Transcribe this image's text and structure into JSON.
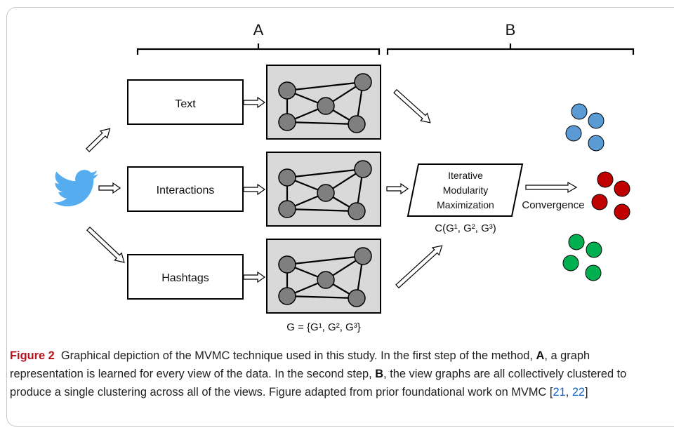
{
  "sections": {
    "a": "A",
    "b": "B"
  },
  "views": {
    "text": "Text",
    "interactions": "Interactions",
    "hashtags": "Hashtags"
  },
  "graphs_label": "G = {G¹, G², G³}",
  "process": {
    "line1": "Iterative",
    "line2": "Modularity",
    "line3": "Maximization",
    "formula": "C(G¹, G², G³)"
  },
  "convergence": "Convergence",
  "icons": {
    "source": "twitter-bird-icon"
  },
  "colors": {
    "twitter": "#55acee",
    "node": "#7f7f7f",
    "graph_bg": "#d9d9d9",
    "cluster_blue": "#5b9bd5",
    "cluster_red": "#c00000",
    "cluster_green": "#00b050",
    "caption_label": "#b5121b",
    "ref_link": "#1565c0"
  },
  "caption": {
    "label": "Figure 2",
    "part1": "Graphical depiction of the MVMC technique used in this study. In the first step of the method, ",
    "a": "A",
    "part2": ", a graph representation is learned for every view of the data. In the second step, ",
    "b": "B",
    "part3": ", the view graphs are all collectively clustered to produce a single clustering across all of the views. Figure adapted from prior foundational work on MVMC [",
    "ref1": "21",
    "sep": ", ",
    "ref2": "22",
    "end": "]"
  }
}
